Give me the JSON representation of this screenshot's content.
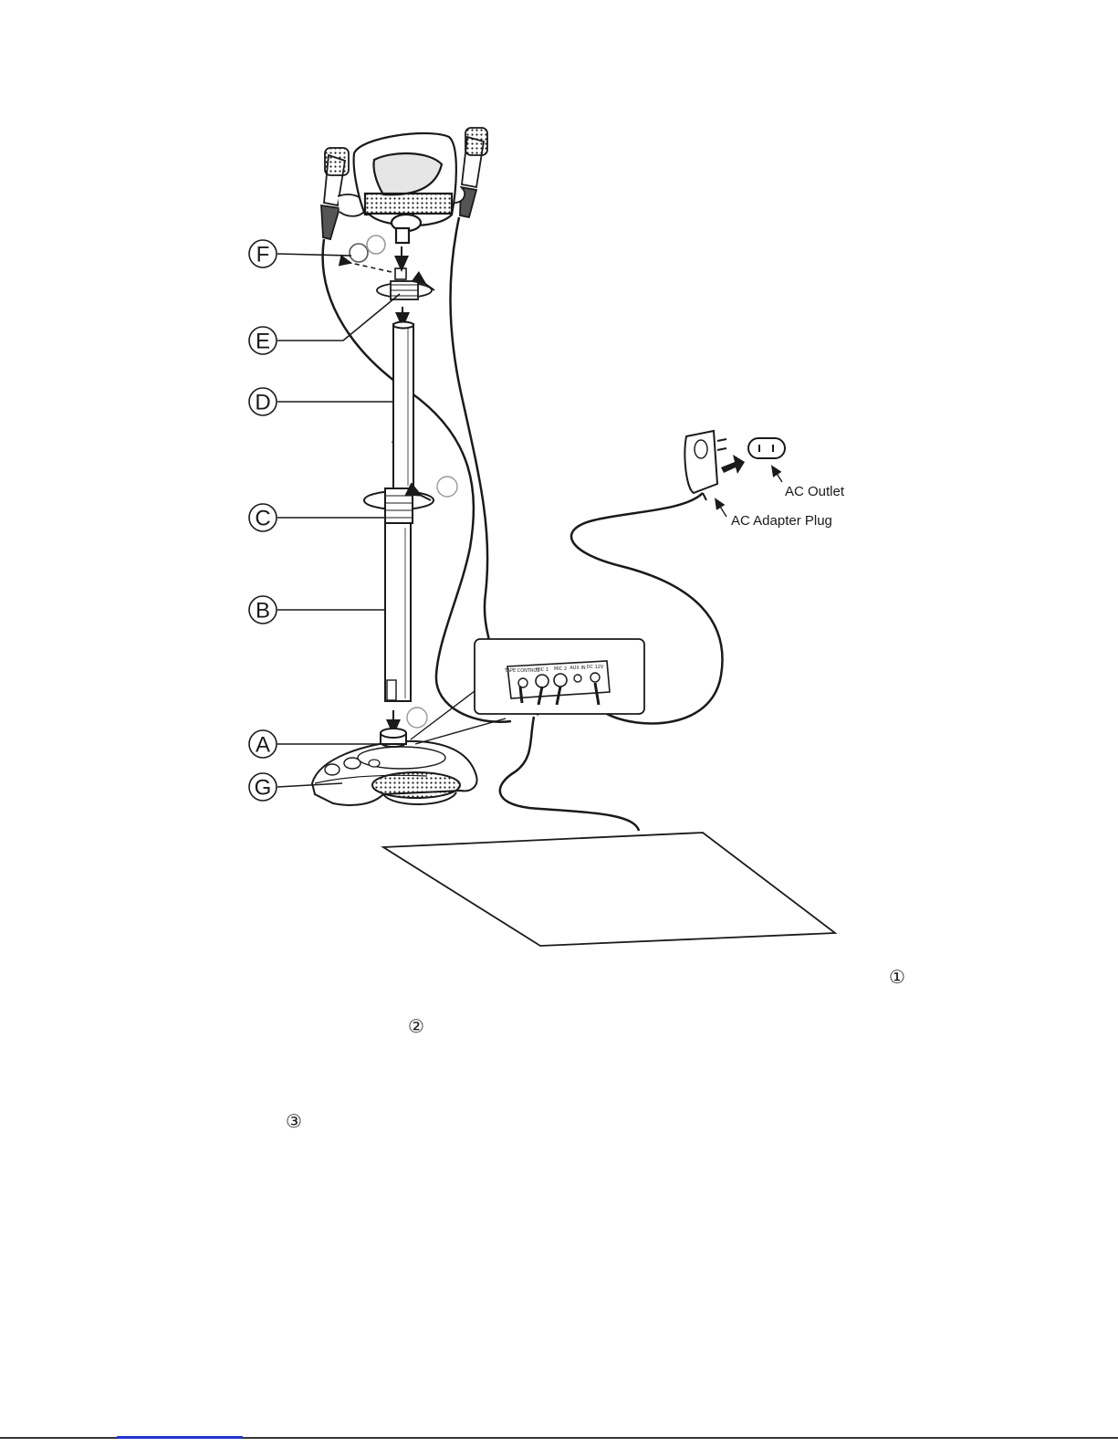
{
  "callouts": {
    "A": "A",
    "B": "B",
    "C": "C",
    "D": "D",
    "E": "E",
    "F": "F",
    "G": "G"
  },
  "labels": {
    "ac_outlet": "AC Outlet",
    "ac_adapter_plug": "AC Adapter Plug"
  },
  "panel": {
    "jacks": [
      "TAPE CONTROL",
      "MIC 1",
      "MIC 2",
      "AUX IN",
      "DC 12V"
    ]
  },
  "steps": {
    "one": "①",
    "two": "②",
    "three": "③"
  },
  "colors": {
    "ink": "#1a1a1a",
    "footer_link": "#2233cc"
  }
}
